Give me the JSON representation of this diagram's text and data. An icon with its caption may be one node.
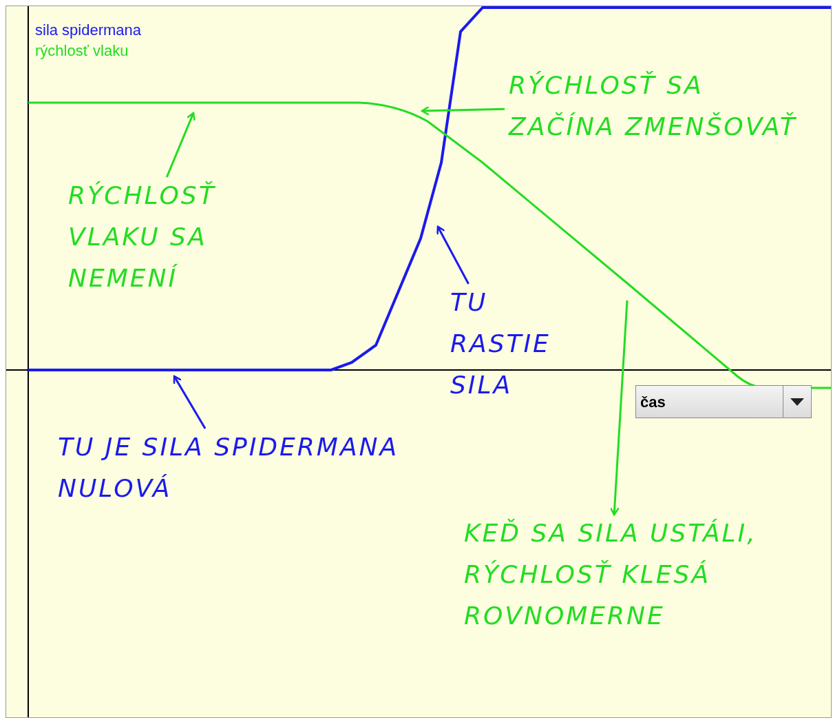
{
  "diagram": {
    "nodes": [
      {
        "text": [
          "RÝCHLOSŤ VLAKU SA NEMENÍ"
        ]
      },
      {
        "text": [
          "RÝCHLOSŤ SA ZAČÍNA ZMENŠOVAŤ"
        ]
      },
      {
        "text": [
          "TU RASTIE SILA"
        ]
      },
      {
        "text": [
          "TU JE SILA SPIDERMANA NULOVÁ"
        ]
      },
      {
        "text": [
          "KEĎ SA SILA USTÁLI, RÝCHLOSŤ KLESÁ ROVNOMERNE"
        ]
      }
    ],
    "edges": [
      {
        "from": 0,
        "to": null,
        "arrow": "to",
        "color": "#22dd22"
      },
      {
        "from": 1,
        "to": null,
        "arrow": "to",
        "color": "#22dd22"
      },
      {
        "from": 2,
        "to": null,
        "arrow": "to",
        "color": "#1a1aee"
      },
      {
        "from": 3,
        "to": null,
        "arrow": "to",
        "color": "#1a1aee"
      },
      {
        "from": null,
        "to": 4,
        "arrow": "to",
        "color": "#22dd22"
      }
    ],
    "labels": [
      "čas"
    ],
    "legend": [
      {
        "text": "sila spidermana",
        "color": "#1a1aee"
      },
      {
        "text": "rýchlosť vlaku",
        "color": "#22dd22"
      }
    ]
  }
}
